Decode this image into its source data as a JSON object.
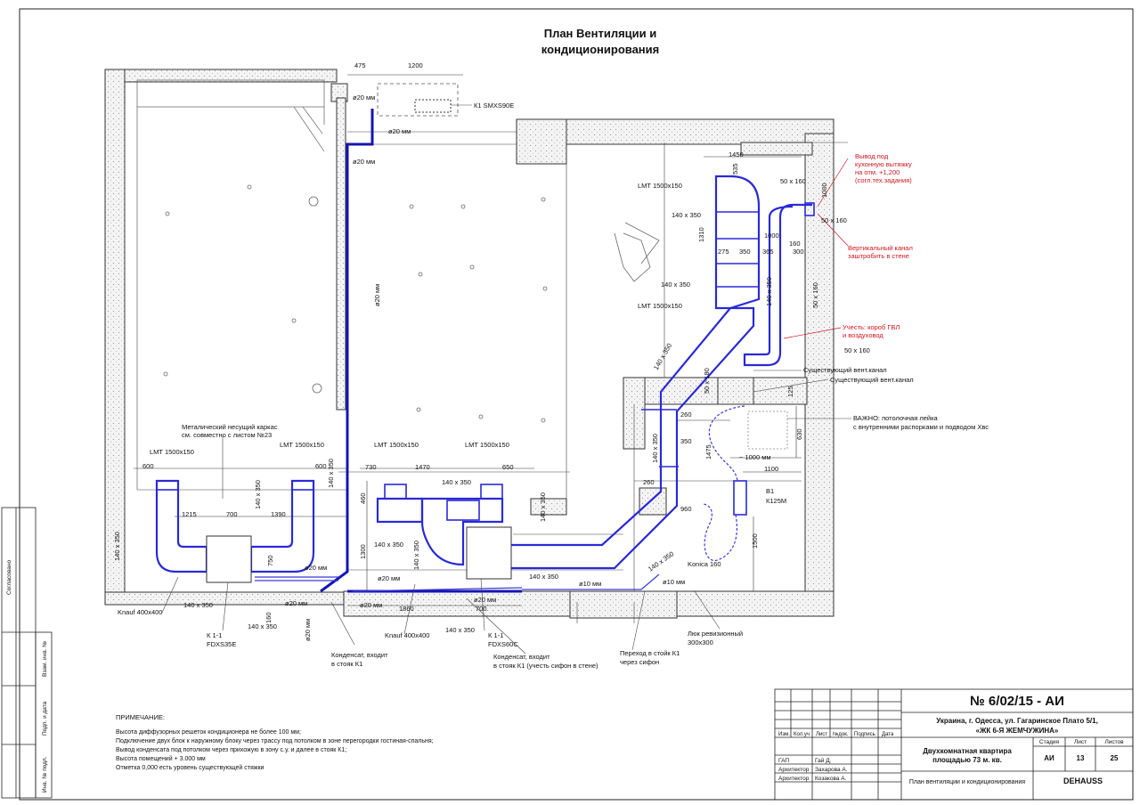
{
  "title": {
    "line1": "План Вентиляции и",
    "line2": "кондиционирования"
  },
  "labels": {
    "k1_outdoor": "К1 SMXS90E",
    "lmt1": "LMT 1500x150",
    "lmt2": "LMT 1500x150",
    "lmt3": "LMT 1500x150",
    "lmt4": "LMT 1500x150",
    "lmt5": "LMT 1500x150",
    "lmt6": "LMT 1500x150",
    "frame_note1": "Металический несущий каркас",
    "frame_note2": "см. совместно с листом №23",
    "knauf1": "Knauf 400x400",
    "knauf2": "Knauf 400x400",
    "k11a_1": "К 1-1",
    "k11a_2": "FDXS35E",
    "k11b_1": "К 1-1",
    "k11b_2": "FDXS60C",
    "cond1_1": "Конденсат, входит",
    "cond1_2": "в стояк К1",
    "cond2_1": "Конденсат, входит",
    "cond2_2": "в стояк К1 (учесть сифон в стене)",
    "trans1": "Переход в стойк К1",
    "trans2": "через сифон",
    "hatch1": "Люк ревизионный",
    "hatch2": "300x300",
    "konica": "Konica 160",
    "b1": "В1",
    "b1m": "К125М",
    "vent_existing1": "Существующий вент.канал",
    "vent_existing2": "Существующий вент.канал",
    "important1": "ВАЖНО: потолочная лейка",
    "important2": "с внутренними распорками и подводом Хвс"
  },
  "red_notes": {
    "kitchen1": "Вывод под",
    "kitchen2": "кухонную вытяжку",
    "kitchen3": "на отм. +1,200",
    "kitchen4": "(согл.тех.задания)",
    "vertical1": "Вертикальный канал",
    "vertical2": "заштробить в стене",
    "box1": "Учесть: короб ГВЛ",
    "box2": "и воздуховод"
  },
  "dims": {
    "d475": "475",
    "d1200": "1200",
    "d1450": "1450",
    "d535": "535",
    "d1000a": "1000",
    "d1310": "1310",
    "d1000b": "1000",
    "d160a": "160",
    "d275": "275",
    "d350a": "350",
    "d365": "365",
    "d300": "300",
    "d600a": "600",
    "d600b": "600",
    "d1215": "1215",
    "d700a": "700",
    "d1390": "1390",
    "d730": "730",
    "d1470": "1470",
    "d650": "650",
    "d460": "460",
    "d1300": "1300",
    "d750": "750",
    "d160b": "160",
    "d1860": "1860",
    "d700b": "700",
    "d260a": "260",
    "d350b": "350",
    "d1475": "1475",
    "d260b": "260",
    "d960": "960",
    "d1100": "1100",
    "d1000mm": "~ 1000 мм",
    "d630": "630",
    "d125": "125",
    "d1500": "1500"
  },
  "pipes": {
    "p1": "ø20 мм",
    "p2": "ø20 мм",
    "p3": "ø20 мм",
    "p4": "ø20 мм",
    "p5": "ø20 мм",
    "p6": "ø20 мм",
    "p7": "ø20 мм",
    "p8": "ø20 мм",
    "p9": "ø20 мм",
    "p10": "ø20 мм",
    "p11": "ø10 мм",
    "p12": "ø10 мм"
  },
  "sizes": {
    "s140": "140",
    "s350": "350",
    "s50": "50",
    "s160": "160",
    "s180": "180",
    "mm": "мм",
    "x": "x"
  },
  "notes": {
    "heading": "ПРИМЕЧАНИЕ:",
    "lines": [
      "Высота диффузорных решеток кондиционера не более 100 мм;",
      "Подключение двух блок к наружному блоку через трассу под потолком в зоне перегородки гостиная-спальня;",
      "Вывод конденсата под потолком через прихожую в зону с.у. и далее в стояк К1;",
      "Высота помещений + 3.000 мм",
      "Отметка 0,000 есть уровень существующей стяжки"
    ]
  },
  "side_stamp": {
    "agreed": "Согласовано",
    "replace": "Взам. инв. №",
    "signdate": "Подп. и дата",
    "orig": "Инв. № подл."
  },
  "title_block": {
    "number": "№ 6/02/15 - АИ",
    "address1": "Украина, г. Одесса, ул. Гагаринское Плато 5/1,",
    "address2": "«ЖК 6-Я ЖЕМЧУЖИНА»",
    "cols": [
      "Изм.",
      "Кол.уч",
      "Лист",
      "№док.",
      "Подпись",
      "Дата"
    ],
    "project1": "Двухкомнатная квартира",
    "project2": "площадью 73 м. кв.",
    "stage_h": "Стадия",
    "sheet_h": "Лист",
    "sheets_h": "Листов",
    "stage": "АИ",
    "sheet": "13",
    "sheets": "25",
    "gap": "ГАП",
    "gap_name": "Гай Д.",
    "arch1": "Архитектор",
    "arch1_name": "Захарова А.",
    "arch2": "Архитектор",
    "arch2_name": "Козакова А.",
    "drawing": "План вентиляции и кондиционирования",
    "company": "DEHAUSS"
  },
  "colors": {
    "duct": "#2a2ad8",
    "pipe": "#1515b0",
    "red": "#d2141e"
  }
}
